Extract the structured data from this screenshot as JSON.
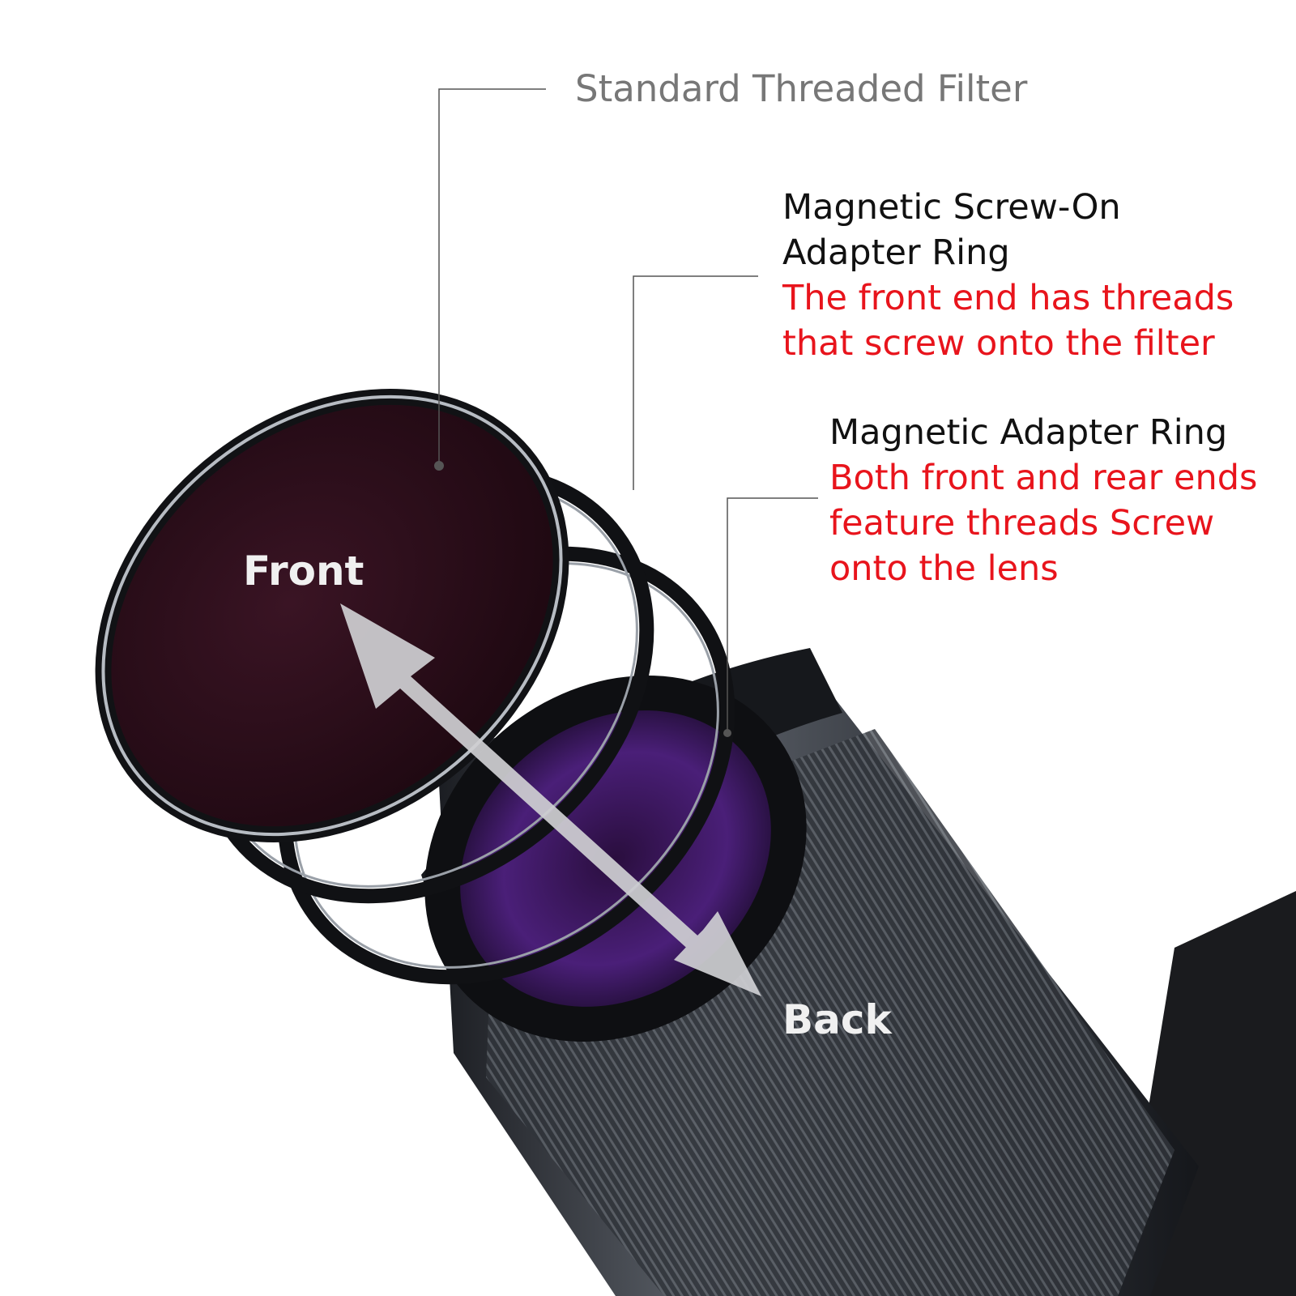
{
  "labels": {
    "standard_filter": "Standard Threaded Filter",
    "screw_on_title_line1": "Magnetic Screw-On",
    "screw_on_title_line2": "Adapter Ring",
    "screw_on_note_line1": "The front end has threads",
    "screw_on_note_line2": "that screw onto the filter",
    "adapter_title": "Magnetic Adapter Ring",
    "adapter_note_line1": "Both front and rear ends",
    "adapter_note_line2": "feature threads Screw",
    "adapter_note_line3": "onto the lens",
    "front": "Front",
    "back": "Back"
  },
  "colors": {
    "gray_text": "#777777",
    "dark_text": "#111111",
    "red_text": "#e8141c",
    "leader_line": "#555555"
  }
}
